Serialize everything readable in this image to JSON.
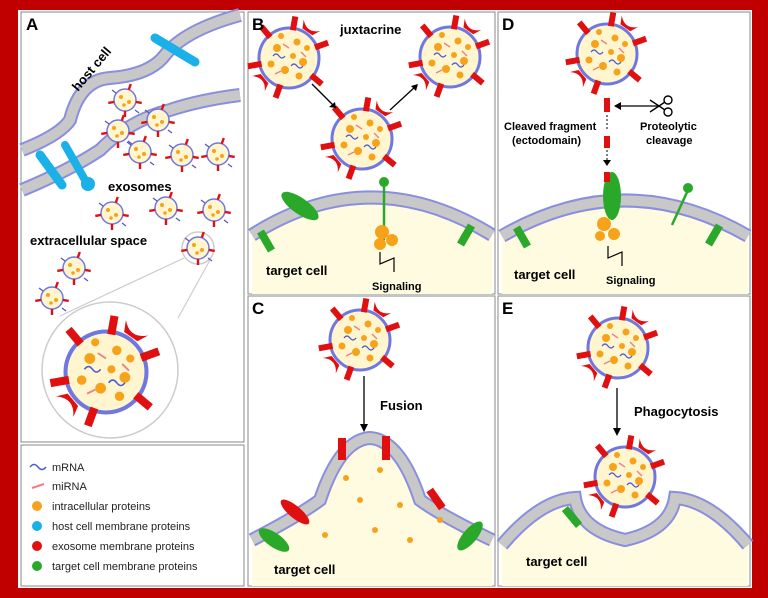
{
  "panels": {
    "A": {
      "letter": "A",
      "host_cell": "host cell",
      "exosomes": "exosomes",
      "extracellular_space": "extracellular space"
    },
    "B": {
      "letter": "B",
      "juxtacrine": "juxtacrine",
      "target_cell": "target cell",
      "signaling": "Signaling"
    },
    "C": {
      "letter": "C",
      "fusion": "Fusion",
      "target_cell": "target cell"
    },
    "D": {
      "letter": "D",
      "cleaved_fragment": "Cleaved fragment",
      "ectodomain": "(ectodomain)",
      "proteolytic": "Proteolytic",
      "cleavage": "cleavage",
      "target_cell": "target cell",
      "signaling": "Signaling"
    },
    "E": {
      "letter": "E",
      "phagocytosis": "Phagocytosis",
      "target_cell": "target cell"
    }
  },
  "legend": [
    {
      "label": "mRNA",
      "symbol": "mrna-icon",
      "color": "#4a5bd6"
    },
    {
      "label": "miRNA",
      "symbol": "mirna-icon",
      "color": "#f08080"
    },
    {
      "label": "intracellular proteins",
      "symbol": "intracellular-protein-icon",
      "color": "#f7a21b"
    },
    {
      "label": "host cell membrane proteins",
      "symbol": "host-membrane-protein-icon",
      "color": "#1ab0e8"
    },
    {
      "label": "exosome membrane proteins",
      "symbol": "exosome-membrane-protein-icon",
      "color": "#e01010"
    },
    {
      "label": "target cell membrane proteins",
      "symbol": "target-membrane-protein-icon",
      "color": "#2aa82a"
    }
  ]
}
